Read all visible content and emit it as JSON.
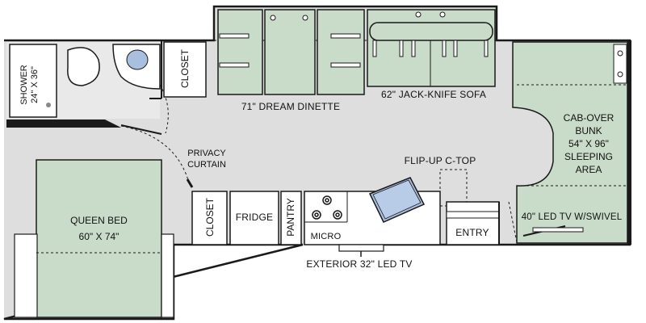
{
  "labels": {
    "shower": "SHOWER",
    "shower_size": "24\" X 36\"",
    "closet_top": "CLOSET",
    "dinette": "71\" DREAM DINETTE",
    "sofa": "62\" JACK-KNIFE SOFA",
    "cab_over": [
      "CAB-OVER",
      "BUNK",
      "54\" X 96\"",
      "SLEEPING",
      "AREA"
    ],
    "privacy": [
      "PRIVACY",
      "CURTAIN"
    ],
    "flip_up": "FLIP-UP C-TOP",
    "queen_bed": "QUEEN BED",
    "queen_size": "60\" X 74\"",
    "closet_bottom": "CLOSET",
    "fridge": "FRIDGE",
    "pantry": "PANTRY",
    "micro": "MICRO",
    "entry": "ENTRY",
    "led_tv": "40\" LED TV W/SWIVEL",
    "ext_tv": "EXTERIOR 32\" LED TV"
  },
  "colors": {
    "wall": "#1a1a1a",
    "floor": "#dedede",
    "furniture": "#c9dcc9",
    "fixture": "#ffffff",
    "sink": "#a9bfe0"
  }
}
